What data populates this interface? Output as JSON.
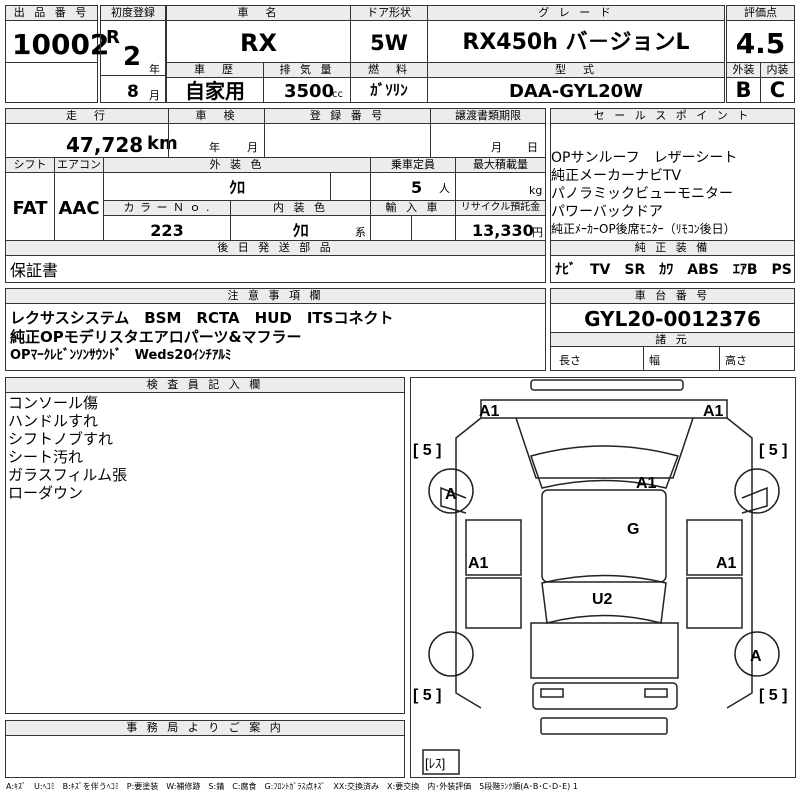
{
  "header": {
    "lot_no_label": "出 品 番 号",
    "lot_no": "10002",
    "first_reg_label": "初度登録",
    "era": "R",
    "year": "2",
    "year_unit": "年",
    "month": "8",
    "month_unit": "月",
    "car_name_label": "車　名",
    "car_name": "RX",
    "door_label": "ドア形状",
    "door": "5W",
    "grade_label": "グ レ ー ド",
    "grade": "RX450h バ－ジョンL",
    "score_label": "評価点",
    "score": "4.5",
    "history_label": "車　歴",
    "history": "自家用",
    "displacement_label": "排 気 量",
    "displacement": "3500",
    "displacement_unit": "cc",
    "fuel_label": "燃　料",
    "fuel": "ｶﾞｿﾘﾝ",
    "model_label": "型　式",
    "model": "DAA-GYL20W",
    "exterior_label": "外装",
    "exterior": "B",
    "interior_label": "内装",
    "interior": "C"
  },
  "row2": {
    "mileage_label": "走　行",
    "mileage": "47,728",
    "mileage_unit": "km",
    "inspection_label": "車　検",
    "inspection_year_unit": "年",
    "inspection_month_unit": "月",
    "plate_label": "登 録 番 号",
    "transfer_label": "譲渡書類期限",
    "transfer_month_unit": "月",
    "transfer_day_unit": "日",
    "shift_label": "シフト",
    "shift": "FAT",
    "ac_label": "エアコン",
    "ac": "AAC",
    "ext_color_label": "外 装 色",
    "ext_color": "ｸﾛ",
    "capacity_label": "乗車定員",
    "capacity": "5",
    "capacity_unit": "人",
    "load_label": "最大積載量",
    "load_unit": "kg",
    "color_no_label": "カ ラ ー Ｎ ｏ .",
    "color_no": "223",
    "int_color_label": "内 装 色",
    "int_color": "ｸﾛ",
    "int_color_unit": "系",
    "import_label": "輸 入 車",
    "recycle_label": "リサイクル預託金",
    "recycle": "13,330",
    "recycle_unit": "円",
    "later_parts_label": "後 日 発 送 部 品",
    "later_parts": "保証書"
  },
  "sales": {
    "label": "セ ー ル ス ポ イ ン ト",
    "points": [
      "OPサンルーフ　レザーシート",
      "純正メーカーナビTV",
      "パノラミックビューモニター",
      "パワーバックドア",
      "純正ﾒｰｶｰOP後席ﾓﾆﾀｰ（ﾘﾓｺﾝ後日）"
    ],
    "equip_label": "純 正 装 備",
    "equipment": "ﾅﾋﾞ　TV　SR　ｶﾜ　ABS　ｴｱB　PS　PW"
  },
  "notes": {
    "label": "注 意 事 項 欄",
    "lines": [
      "レクサスシステム　BSM　RCTA　HUD　ITSコネクト",
      "純正OPモデリスタエアロパーツ&マフラー",
      "OPﾏｰｸﾚﾋﾞﾝｿﾝｻｳﾝﾄﾞ　Weds20ｲﾝﾁｱﾙﾐ"
    ]
  },
  "chassis": {
    "label": "車 台 番 号",
    "number": "GYL20-0012376",
    "specs_label": "諸 元",
    "length_label": "長さ",
    "width_label": "幅",
    "height_label": "高さ"
  },
  "inspector": {
    "label": "検 査 員 記 入 欄",
    "lines": [
      "コンソール傷",
      "ハンドルすれ",
      "シフトノブすれ",
      "シート汚れ",
      "ガラスフィルム張",
      "ローダウン"
    ]
  },
  "diagram": {
    "marks": {
      "front_left": "A1",
      "front_right": "A1",
      "roof": "A1",
      "glass": "G",
      "left_side": "A1",
      "right_side": "A1",
      "rear": "U2",
      "wheel_fl": "A",
      "wheel_rr": "A"
    },
    "tires": {
      "fl": "[ 5 ]",
      "fr": "[ 5 ]",
      "rl": "[ 5 ]",
      "rr": "[ 5 ]"
    },
    "spare": "[ﾚｽ]"
  },
  "office": {
    "label": "事 務 局 よ り ご 案 内"
  },
  "legend": "A:ｷｽﾞ　U:ﾍｺﾐ　B:ｷｽﾞを伴うﾍｺﾐ　P:要塗装　W:補修跡　S:錆　C:腐食　G:ﾌﾛﾝﾄｶﾞﾗｽ点ｷｽﾞ　XX:交換済み　X:要交換　内･外装評価　5段階ﾗﾝｸ順(A･B･C･D･E) 1"
}
